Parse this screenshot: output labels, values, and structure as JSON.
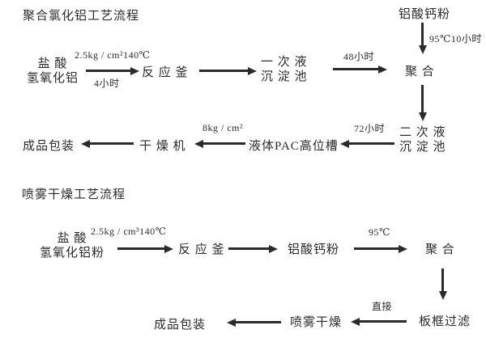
{
  "colors": {
    "ink": "#2b2b2b",
    "background": "#ffffff"
  },
  "pac_flow": {
    "title": "聚合氯化铝工艺流程",
    "nodes": {
      "feed_line1": "盐 酸",
      "feed_line2": "氢氧化铝",
      "reactor": "反 应 釜",
      "primary_tank_line1": "一 次 液",
      "primary_tank_line2": "沉 淀 池",
      "calcium_powder": "铝酸钙粉",
      "polymerization": "聚  合",
      "secondary_tank_line1": "二 次 液",
      "secondary_tank_line2": "沉 淀 池",
      "pac_tank": "液体PAC高位槽",
      "dryer": "干 燥 机",
      "packaging": "成品包装"
    },
    "labels": {
      "reactor_condition": "2.5kg / cm²140℃",
      "reactor_time": "4小时",
      "primary_to_poly_time": "48小时",
      "calcium_condition": "95℃10小时",
      "secondary_to_tank_time": "72小时",
      "dryer_pressure": "8kg / cm²"
    }
  },
  "spray_flow": {
    "title": "喷雾干燥工艺流程",
    "nodes": {
      "feed_line1": "盐 酸",
      "feed_line2": "氢氧化铝粉",
      "reactor": "反 应 釜",
      "calcium_powder": "铝酸钙粉",
      "polymerization": "聚  合",
      "filter": "板框过滤",
      "spray_drying": "喷雾干燥",
      "packaging": "成品包装"
    },
    "labels": {
      "reactor_condition": "2.5kg / cm³140℃",
      "poly_temp": "95℃",
      "direct": "直接"
    }
  }
}
